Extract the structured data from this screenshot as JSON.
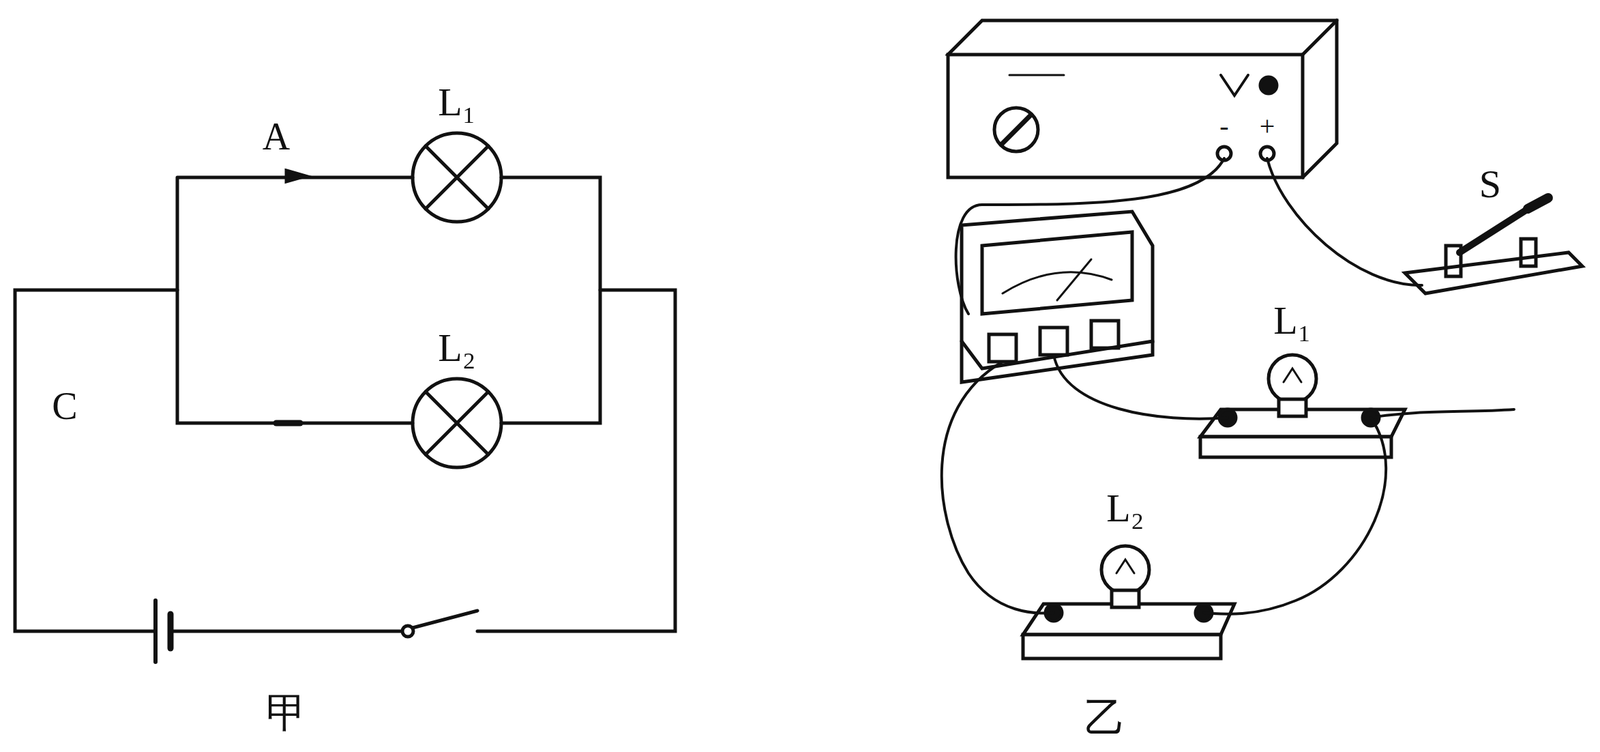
{
  "diagram": {
    "labels": [
      "A",
      "L₁",
      "L₂",
      "C",
      "甲",
      "-",
      "+",
      "S",
      "L₁",
      "L₂",
      "乙"
    ]
  }
}
